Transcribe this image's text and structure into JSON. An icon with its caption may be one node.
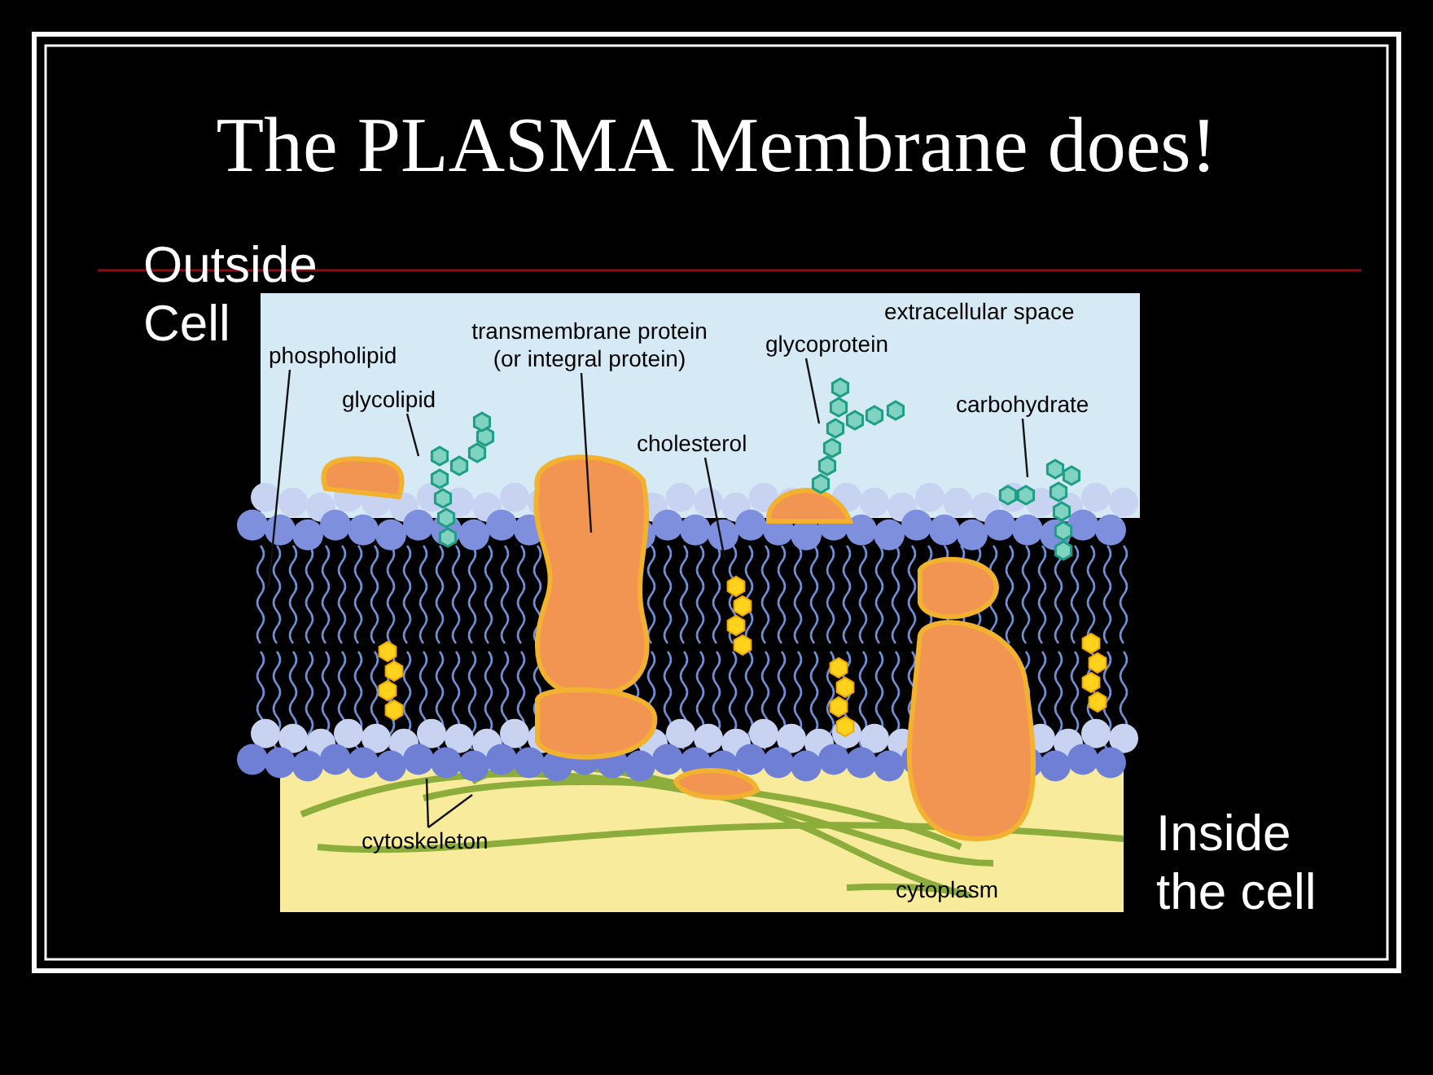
{
  "diagram": {
    "title": "The PLASMA Membrane does!",
    "nodes": [
      {
        "text": [
          "phospholipid"
        ]
      },
      {
        "text": [
          "glycolipid"
        ]
      },
      {
        "text": [
          "transmembrane protein (or integral protein)"
        ]
      },
      {
        "text": [
          "glycoprotein"
        ]
      },
      {
        "text": [
          "cholesterol"
        ]
      },
      {
        "text": [
          "carbohydrate"
        ]
      },
      {
        "text": [
          "cytoskeleton"
        ]
      }
    ],
    "edges": [
      {
        "from": 0,
        "to": null,
        "arrow": "none"
      },
      {
        "from": 1,
        "to": null,
        "arrow": "none"
      },
      {
        "from": 2,
        "to": null,
        "arrow": "none"
      },
      {
        "from": 3,
        "to": null,
        "arrow": "none"
      },
      {
        "from": 4,
        "to": null,
        "arrow": "none"
      },
      {
        "from": 5,
        "to": null,
        "arrow": "none"
      },
      {
        "from": 6,
        "to": null,
        "arrow": "none"
      },
      {
        "from": 6,
        "to": null,
        "arrow": "none"
      }
    ],
    "labels": [
      "Outside Cell",
      "extracellular space",
      "cytoplasm",
      "Inside the cell"
    ]
  }
}
